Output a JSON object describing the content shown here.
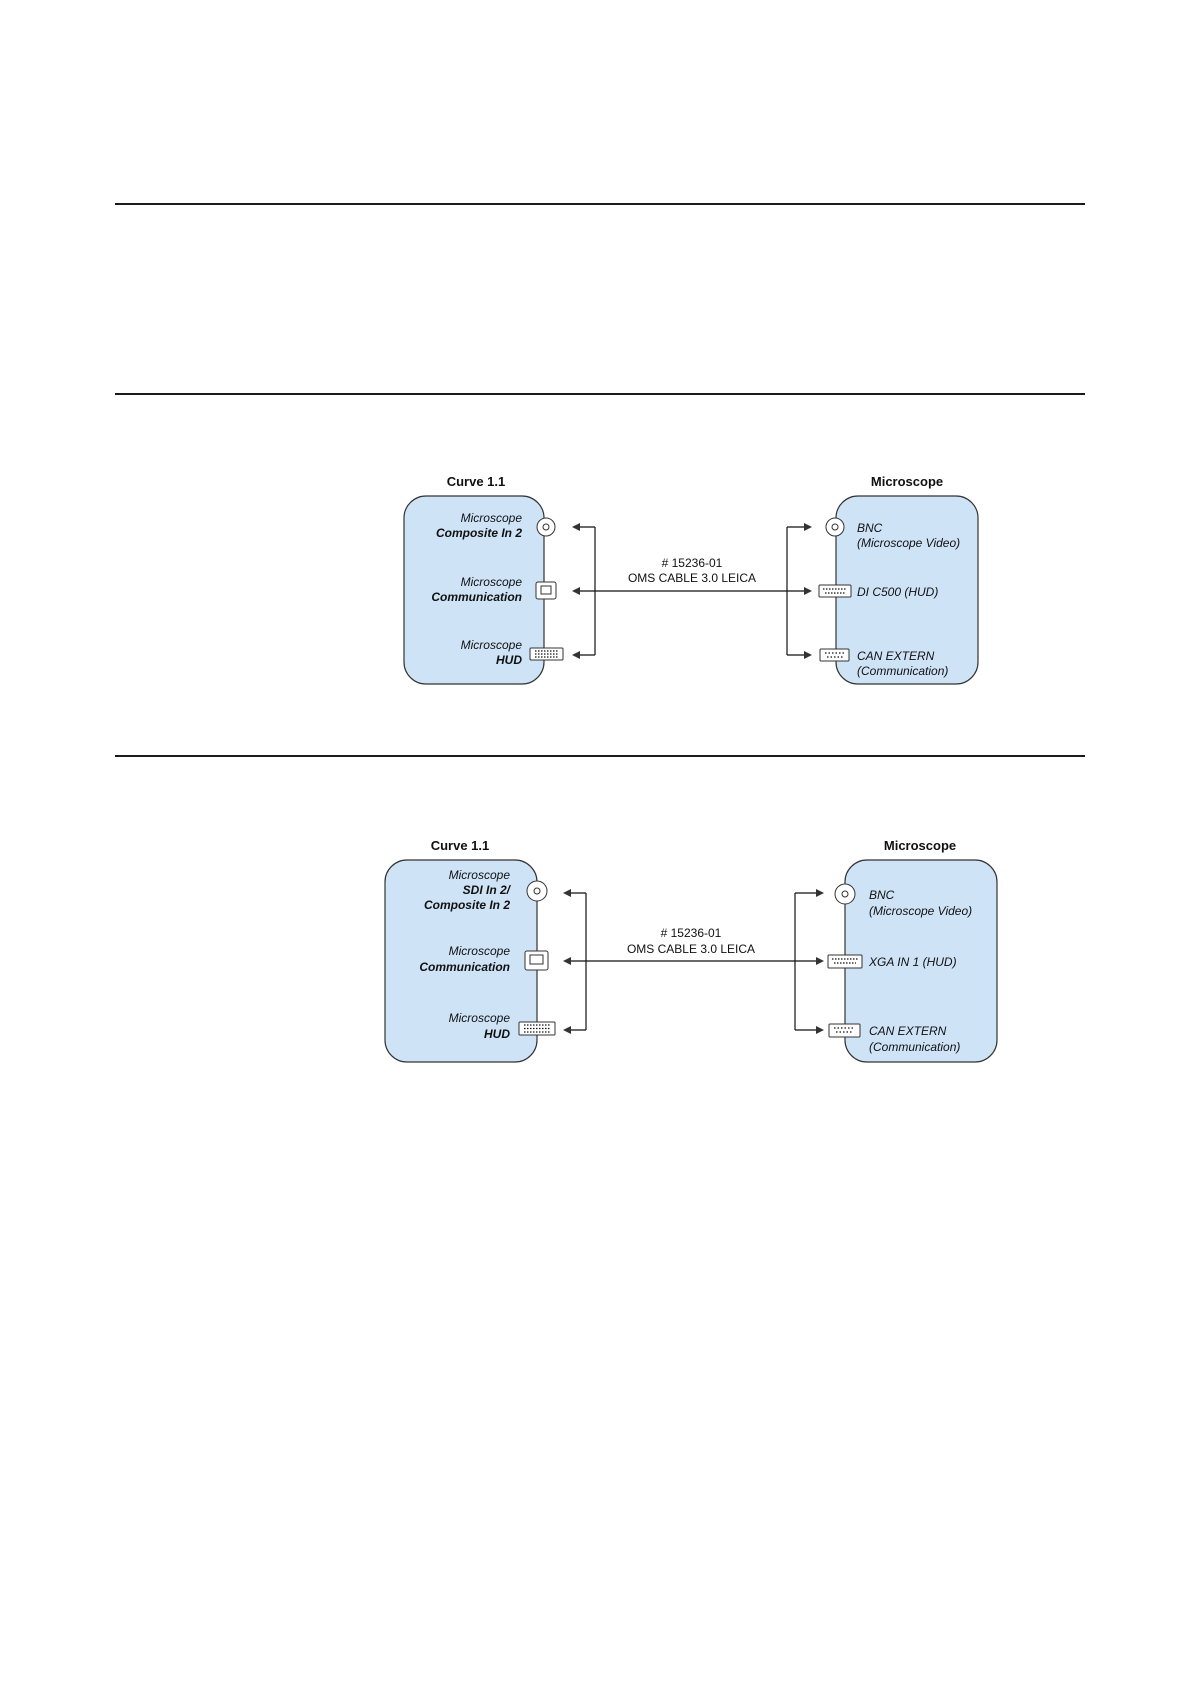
{
  "rules": [
    "top",
    "middle",
    "bottom"
  ],
  "diagrams": [
    {
      "left_title": "Curve 1.1",
      "right_title": "Microscope",
      "left_ports": [
        {
          "line1": "Microscope",
          "line2": "Composite In 2",
          "line3": "",
          "connector": "bnc"
        },
        {
          "line1": "Microscope",
          "line2": "Communication",
          "line3": "",
          "connector": "usb"
        },
        {
          "line1": "Microscope",
          "line2": "HUD",
          "line3": "",
          "connector": "dvi"
        }
      ],
      "cable": {
        "part_number": "# 15236-01",
        "name": "OMS CABLE 3.0 LEICA"
      },
      "right_ports": [
        {
          "line1": "BNC",
          "line2": "(Microscope Video)",
          "connector": "bnc"
        },
        {
          "line1": "DI C500 (HUD)",
          "line2": "",
          "connector": "dsub"
        },
        {
          "line1": "CAN EXTERN",
          "line2": "(Communication)",
          "connector": "dsub9"
        }
      ]
    },
    {
      "left_title": "Curve 1.1",
      "right_title": "Microscope",
      "left_ports": [
        {
          "line1": "Microscope",
          "line2": "SDI In 2/",
          "line3": "Composite In 2",
          "connector": "bnc"
        },
        {
          "line1": "Microscope",
          "line2": "Communication",
          "line3": "",
          "connector": "usb"
        },
        {
          "line1": "Microscope",
          "line2": "HUD",
          "line3": "",
          "connector": "dvi"
        }
      ],
      "cable": {
        "part_number": "# 15236-01",
        "name": "OMS CABLE 3.0 LEICA"
      },
      "right_ports": [
        {
          "line1": "BNC",
          "line2": "(Microscope Video)",
          "connector": "bnc"
        },
        {
          "line1": "XGA IN 1 (HUD)",
          "line2": "",
          "connector": "dsub"
        },
        {
          "line1": "CAN EXTERN",
          "line2": "(Communication)",
          "connector": "dsub9"
        }
      ]
    }
  ]
}
